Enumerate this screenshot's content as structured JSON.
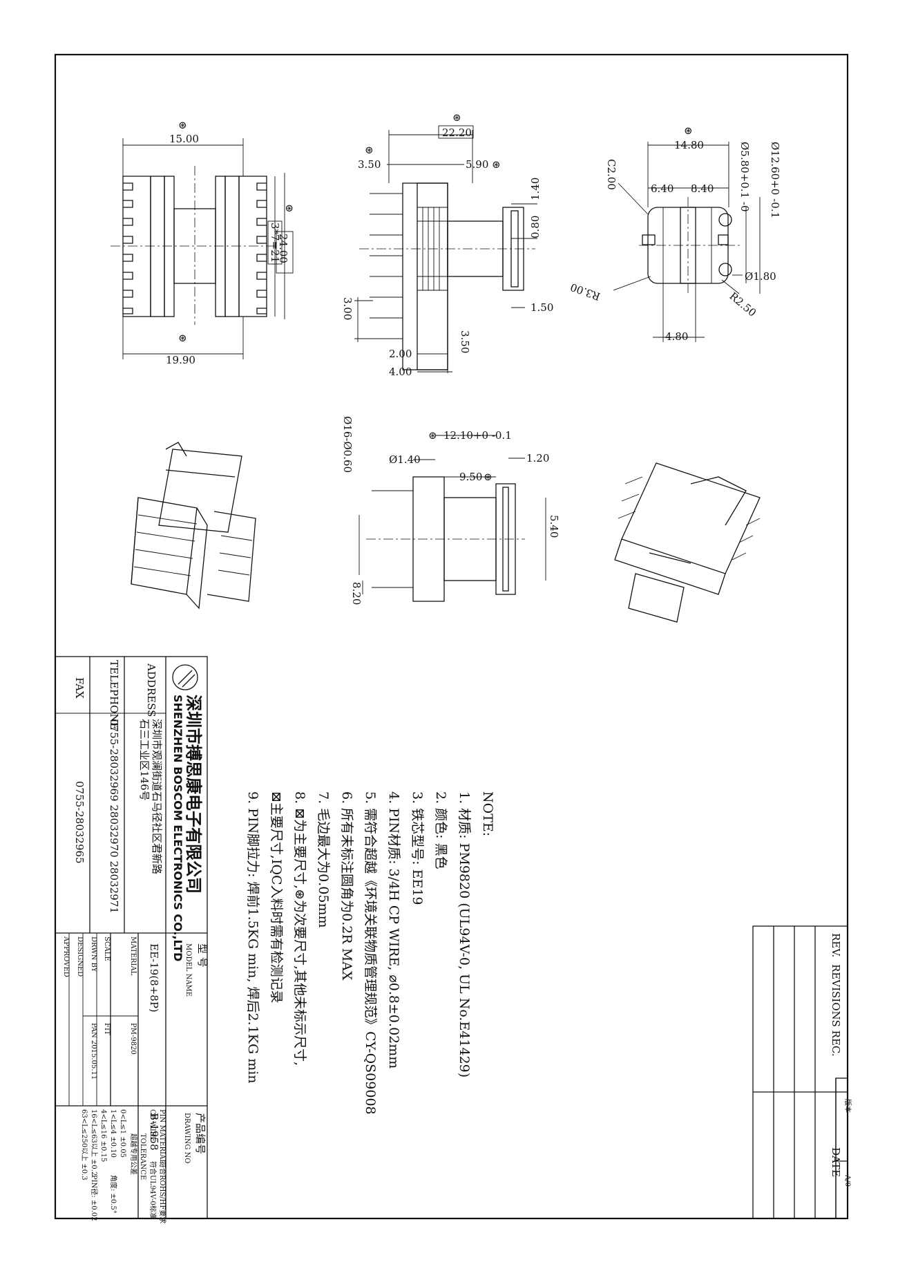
{
  "notes": {
    "heading": "NOTE:",
    "items": [
      "1. 材质: PM9820 (UL94V-0, UL No.E41429)",
      "2. 颜色: 黑色",
      "3. 铁芯型号: EE19",
      "4. PIN材质: 3/4H CP WIRE, ⌀0.8±0.02mm",
      "5. 需符合超越《环境关联物质管理规范》CY-QS09008",
      "6. 所有未标注圆角为0.2R MAX",
      "7. 毛边最大为0.05mm",
      "8. ⊠为主要尺寸,⊛为次要尺寸,其他未标示尺寸,",
      "    ⊠主要尺寸,IQC入料时需有检测记录",
      "9. PIN脚拉力: 焊前1.5KG min, 焊后2.1KG min"
    ]
  },
  "company": {
    "name_cn": "深圳市搏思康电子有限公司",
    "name_en": "SHENZHEN BOSCOM ELECTRONICS CO.,LTD",
    "address_label": "ADDRESS",
    "address_line1": "深圳市观澜街道石马径社区君新路",
    "address_line2": "石三工业区146号",
    "telephone_label": "TELEPHONE",
    "telephone": "0755-28032969 28032970 28032971",
    "fax_label": "FAX",
    "fax": "0755-28032965"
  },
  "title_block": {
    "model_label_cn": "型 号",
    "model_label_en": "MODEL NAME",
    "model": "EE-19(8+8P)",
    "drawing_label_cn": "产品编号",
    "drawing_label_en": "DRAWING NO",
    "drawing_no": "B-1958",
    "material_label": "MATERIAL",
    "material": "PM-9820",
    "pin_material_label": "PIN MATERIAL:",
    "pin_material_value": "符合ROHS/HF要求",
    "cp_wire_label": "CP WIRE",
    "cp_wire_value": "符合UL94V-0标准",
    "scale_label": "SCALE",
    "scale": "FIT",
    "drwn_label": "DRWN BY",
    "drwn": "PAN 2015.05.11",
    "designed_label": "DESIGNED",
    "approved_label": "APPROVED",
    "tolerance_label": "TOLERANCE",
    "tolerance_title": "超越专用公差",
    "tol_left": [
      "0<L≤1      ±0.05",
      "1<L≤4      ±0.10",
      "4<L≤16     ±0.15",
      "16<L≤63以上 ±0.2",
      "63<L≤250以上 ±0.3"
    ],
    "tol_right": [
      "角度:  ±0.5°",
      "PIN径: ±0.02"
    ]
  },
  "revision": {
    "version_label": "版本",
    "version": "A/0",
    "rev_label": "REV.",
    "revisions_label": "REVISIONS REC.",
    "date_label": "DATE"
  },
  "dims": {
    "front_top": "15.00",
    "front_bottom": "19.90",
    "front_pitch": "3*7=21",
    "front_height": "24.00",
    "side_total": "22.20",
    "side_a": "3.50",
    "side_b": "5.90",
    "side_c": "1.40",
    "side_d": "0.80",
    "side_e": "3.00",
    "side_f": "1.50",
    "side_g": "3.50",
    "side_h": "2.00",
    "side_i": "4.00",
    "top_a": "14.80",
    "top_b": "6.40",
    "top_c": "8.40",
    "top_d": "C2.00",
    "top_e": "Ø5.80+0.1 -0",
    "top_f": "Ø12.60+0 -0.1",
    "top_g": "Ø1.80",
    "top_h": "R3.00",
    "top_i": "R2.50",
    "top_j": "4.80",
    "bot_a": "Ø16-Ø0.60",
    "bot_b": "12.10+0 -0.1",
    "bot_c": "Ø1.40",
    "bot_d": "1.20",
    "bot_e": "9.50",
    "bot_f": "5.40",
    "bot_g": "8.20"
  }
}
